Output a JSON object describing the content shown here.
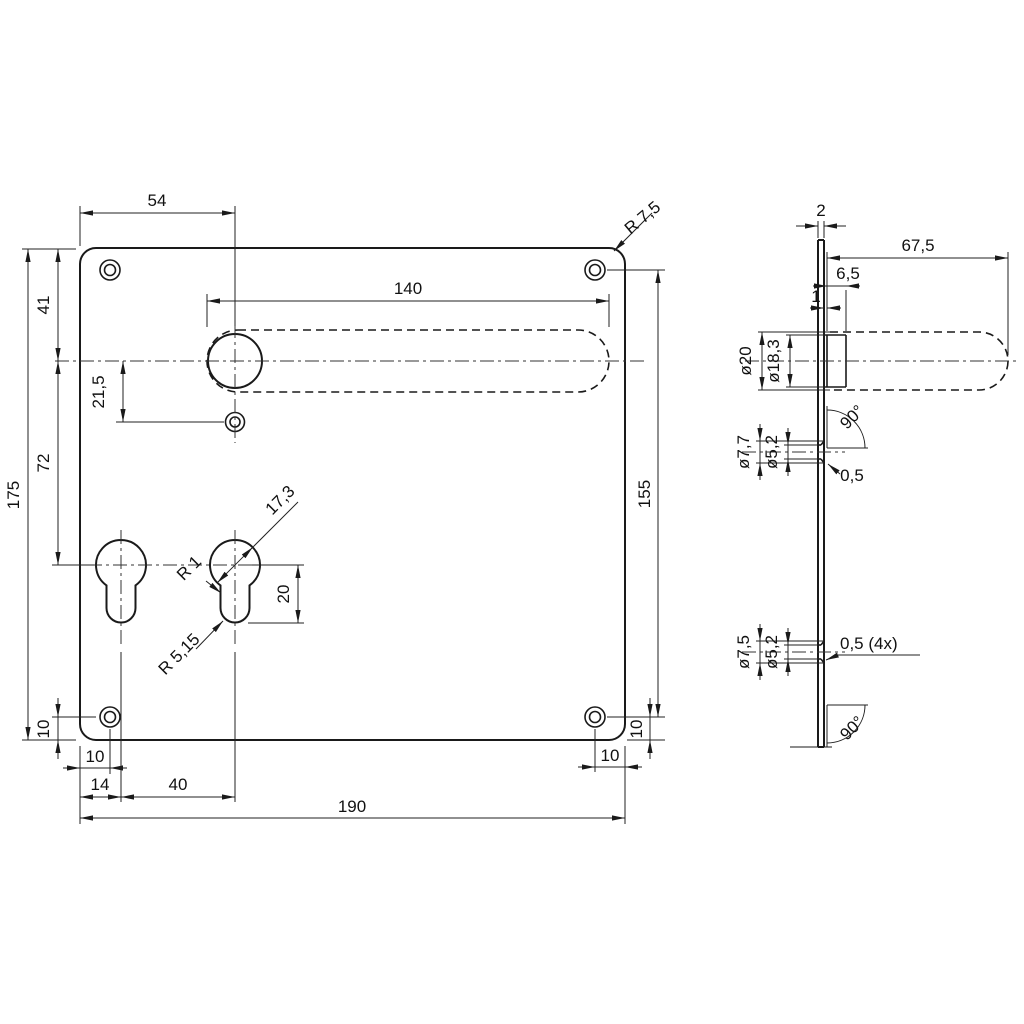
{
  "drawing": {
    "front": {
      "width_total": "190",
      "height_total": "175",
      "top_offset": "54",
      "corner_radius": "R 7,5",
      "slot_length": "140",
      "handle_from_top": "41",
      "hole_below_handle": "21,5",
      "handle_to_cylinder": "72",
      "right_span": "155",
      "cyl_diameter": "17,3",
      "cyl_fillet": "R 1",
      "cyl_length": "20",
      "cyl_radius": "R 5,15",
      "screw_edge_v_left": "10",
      "screw_edge_h_left": "10",
      "edge_to_cyl": "14",
      "cyl_spacing": "40",
      "screw_edge_h_right": "10",
      "screw_edge_v_right": "10"
    },
    "side": {
      "thickness": "2",
      "spindle_length": "67,5",
      "boss_length": "6,5",
      "gap": "1",
      "spindle_dia": "ø20",
      "boss_dia": "ø18,3",
      "countersink_angle_top": "90°",
      "hole_top_outer": "ø7,7",
      "hole_top_inner": "ø5,2",
      "countersink_depth_top": "0,5",
      "hole_bottom_outer": "ø7,5",
      "hole_bottom_inner": "ø5,2",
      "countersink_depth_bottom": "0,5 (4x)",
      "countersink_angle_bottom": "90°"
    }
  }
}
